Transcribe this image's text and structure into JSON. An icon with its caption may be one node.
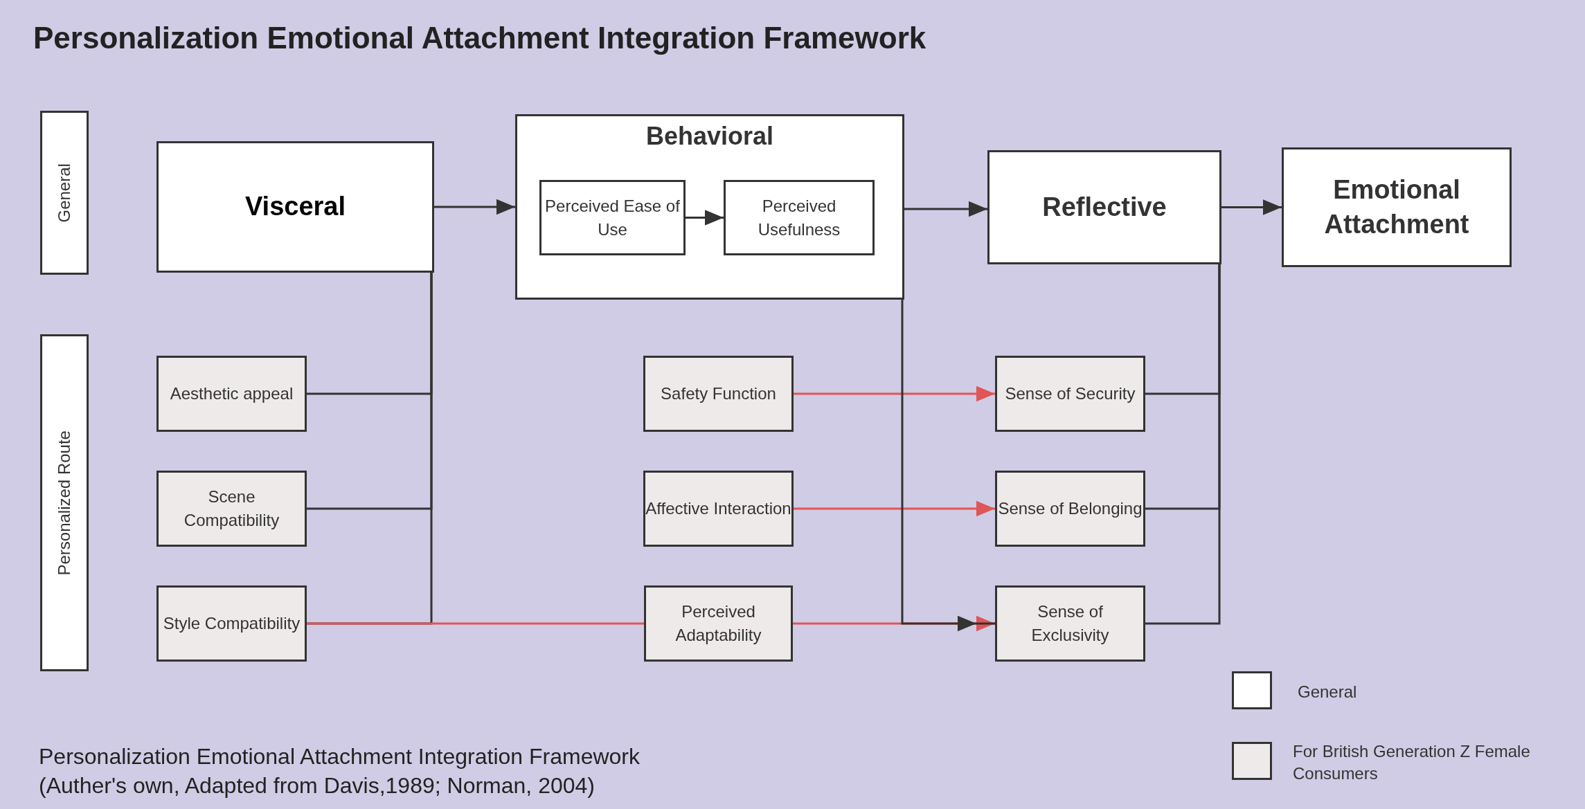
{
  "diagram": {
    "title": "Personalization Emotional Attachment Integration Framework",
    "caption": "Personalization Emotional Attachment Integration Framework (Auther's own, Adapted from Davis,1989; Norman, 2004)",
    "nodes": [
      {
        "text": [
          "General"
        ]
      },
      {
        "text": [
          "Personalized Route"
        ]
      },
      {
        "text": [
          "Visceral"
        ]
      },
      {
        "text": [
          "Behavioral"
        ]
      },
      {
        "text": [
          "Perceived Ease of Use"
        ],
        "in": 3
      },
      {
        "text": [
          "Perceived Usefulness"
        ],
        "in": 3
      },
      {
        "text": [
          "Reflective"
        ]
      },
      {
        "text": [
          "Emotional Attachment"
        ]
      },
      {
        "text": [
          "Aesthetic appeal"
        ]
      },
      {
        "text": [
          "Scene Compatibility"
        ]
      },
      {
        "text": [
          "Style Compatibility"
        ]
      },
      {
        "text": [
          "Safety Function"
        ]
      },
      {
        "text": [
          "Affective Interaction"
        ]
      },
      {
        "text": [
          "Perceived Adaptability"
        ]
      },
      {
        "text": [
          "Sense of Security"
        ]
      },
      {
        "text": [
          "Sense of Belonging"
        ]
      },
      {
        "text": [
          "Sense of Exclusivity"
        ]
      }
    ],
    "edges": [
      {
        "from": 2,
        "to": 3,
        "arrow": "to"
      },
      {
        "from": 4,
        "to": 5,
        "arrow": "to"
      },
      {
        "from": 3,
        "to": 6,
        "arrow": "to"
      },
      {
        "from": 6,
        "to": 7,
        "arrow": "to"
      },
      {
        "from": 8,
        "to": 2,
        "arrow": "none"
      },
      {
        "from": 9,
        "to": 2,
        "arrow": "none"
      },
      {
        "from": 10,
        "to": 2,
        "arrow": "none"
      },
      {
        "from": 10,
        "to": 13,
        "arrow": "none",
        "color": "#e05555"
      },
      {
        "from": 13,
        "to": 16,
        "arrow": "to",
        "color": "#e05555"
      },
      {
        "from": 11,
        "to": 14,
        "arrow": "to",
        "color": "#e05555"
      },
      {
        "from": 12,
        "to": 15,
        "arrow": "to",
        "color": "#e05555"
      },
      {
        "from": 3,
        "to": 16,
        "arrow": "to"
      },
      {
        "from": 14,
        "to": 6,
        "arrow": "none"
      },
      {
        "from": 15,
        "to": 6,
        "arrow": "none"
      },
      {
        "from": 16,
        "to": 6,
        "arrow": "none"
      }
    ],
    "legend": [
      {
        "text": "General",
        "color": "#ffffff"
      },
      {
        "text": "For British Generation Z Female Consumers",
        "color": "#eeeaea"
      }
    ]
  }
}
